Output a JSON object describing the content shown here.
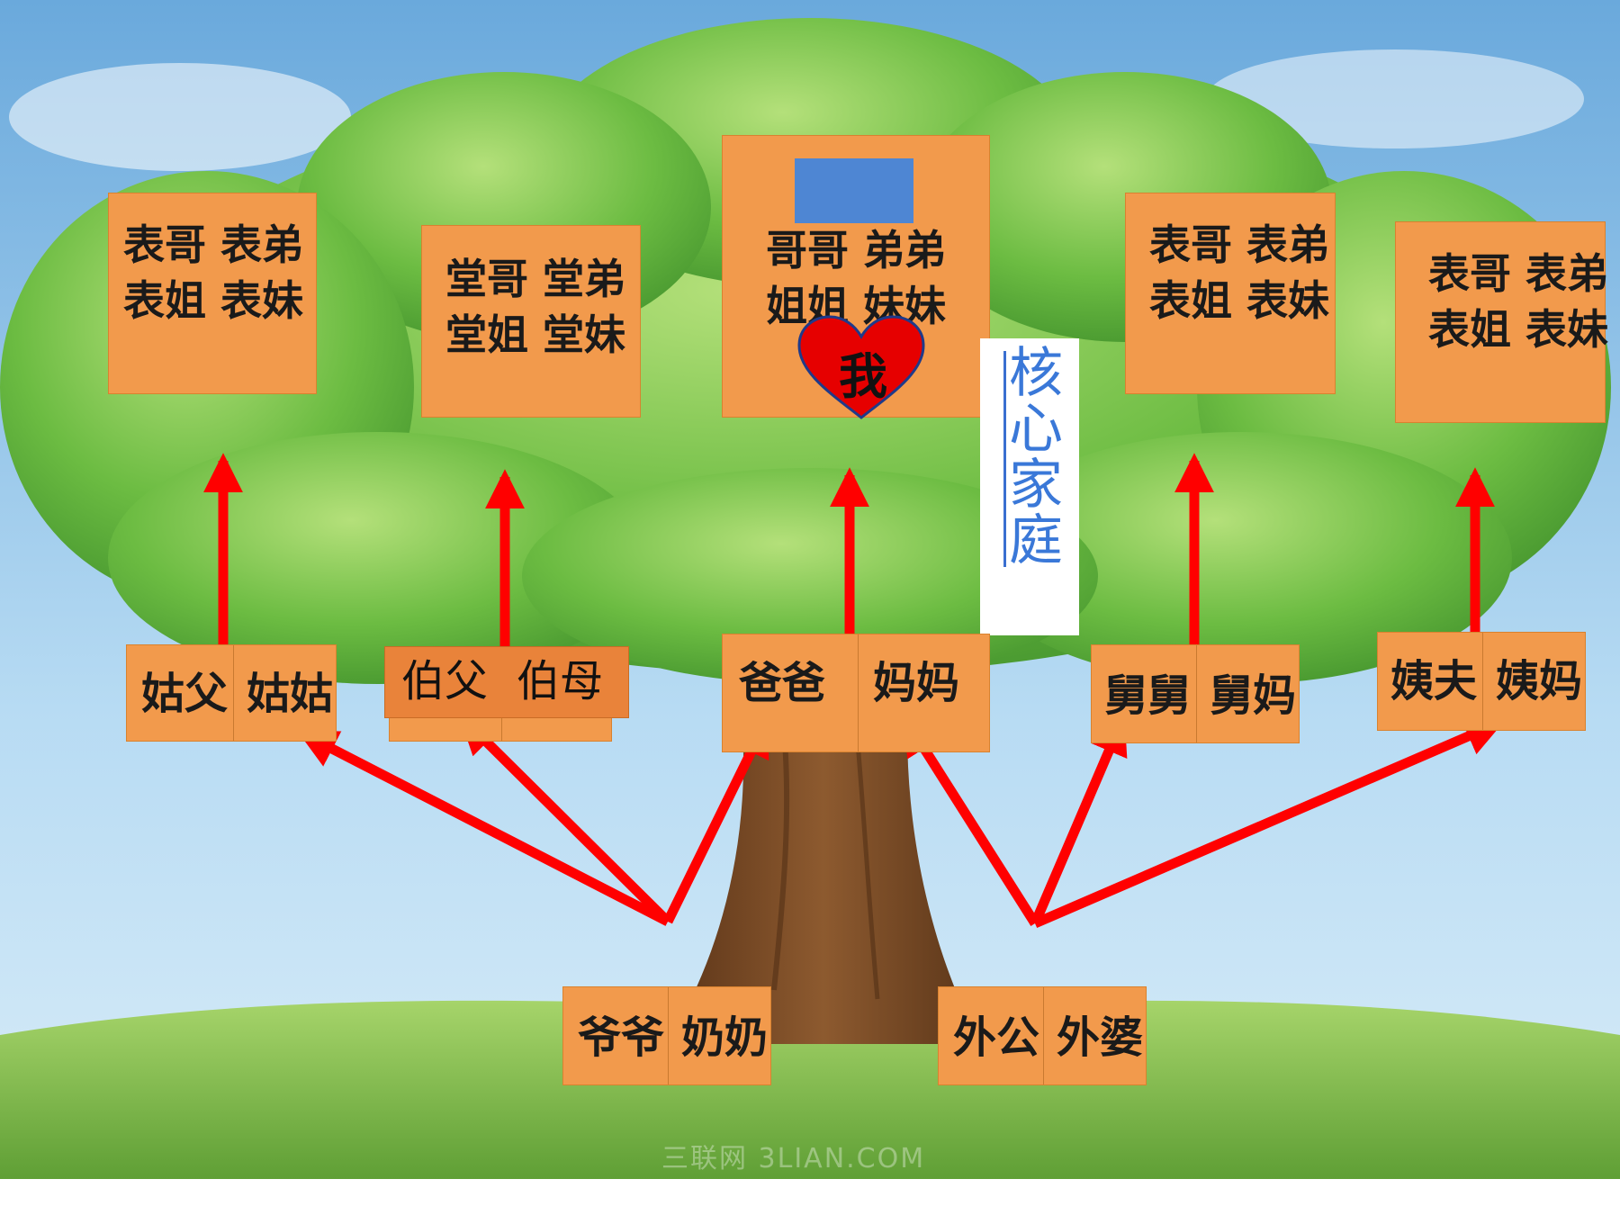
{
  "diagram": {
    "nuclear_family_label": "核心家庭",
    "me_label": "我",
    "paternal_grandparents": [
      "爷爷",
      "奶奶"
    ],
    "maternal_grandparents": [
      "外公",
      "外婆"
    ],
    "parents_generation": [
      {
        "id": "gufu-gugu",
        "left": "姑父",
        "right": "姑姑"
      },
      {
        "id": "bofu-bomu",
        "left": "伯父",
        "right": "伯母"
      },
      {
        "id": "baba-mama",
        "left": "爸爸",
        "right": "妈妈"
      },
      {
        "id": "jiujiu-jiuma",
        "left": "舅舅",
        "right": "舅妈"
      },
      {
        "id": "yifu-yima",
        "left": "姨夫",
        "right": "姨妈"
      }
    ],
    "cousin_boxes": [
      {
        "id": "cousins-gugu",
        "line1": "表哥 表弟",
        "line2": "表姐 表妹"
      },
      {
        "id": "cousins-bofu",
        "line1": "堂哥  堂弟",
        "line2": "堂姐 堂妹"
      },
      {
        "id": "siblings",
        "line1": "哥哥      弟弟",
        "line2": "姐姐      妹妹"
      },
      {
        "id": "cousins-jiujiu",
        "line1": "表哥 表弟",
        "line2": "表姐 表妹"
      },
      {
        "id": "cousins-yima",
        "line1": "表哥 表弟",
        "line2": "表姐 表妹"
      }
    ],
    "watermark": "三联网 3LIAN.COM",
    "colors": {
      "box_fill": "#f29a4c",
      "arrow": "#ff0000",
      "heart": "#e60000",
      "label_blue": "#3a78d8",
      "sky": "#8fc3e8",
      "grass": "#7ab845",
      "foliage": "#5caa3a",
      "trunk": "#7a4a26"
    }
  }
}
